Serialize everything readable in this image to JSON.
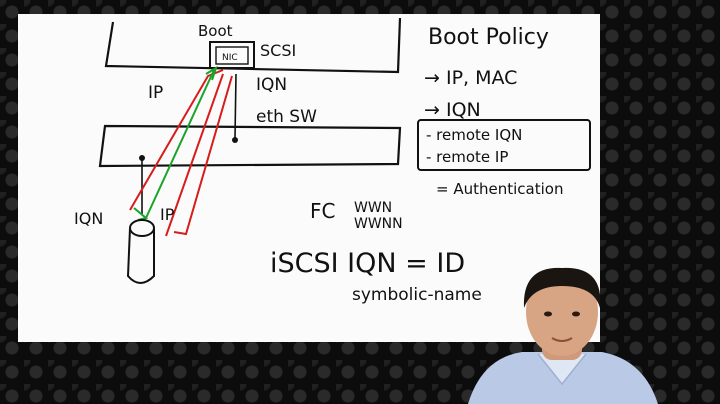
{
  "whiteboard": {
    "server_label": "Boot",
    "nic_label": "NIC",
    "scsi_label": "SCSI",
    "ip_left": "IP",
    "iqn_right": "IQN",
    "switch_label": "eth SW",
    "iqn_bottom": "IQN",
    "ip_bottom": "IP",
    "boot_policy": {
      "title": "Boot Policy",
      "item1": "→ IP, MAC",
      "item2": "→ IQN",
      "box_item1": "- remote IQN",
      "box_item2": "- remote IP",
      "item3": "= Authentication"
    },
    "fc_label": "FC",
    "fc_line1": "WWN",
    "fc_line2": "WWNN",
    "iscsi_line": "iSCSI  IQN = ID",
    "symbolic_line": "symbolic-name"
  }
}
